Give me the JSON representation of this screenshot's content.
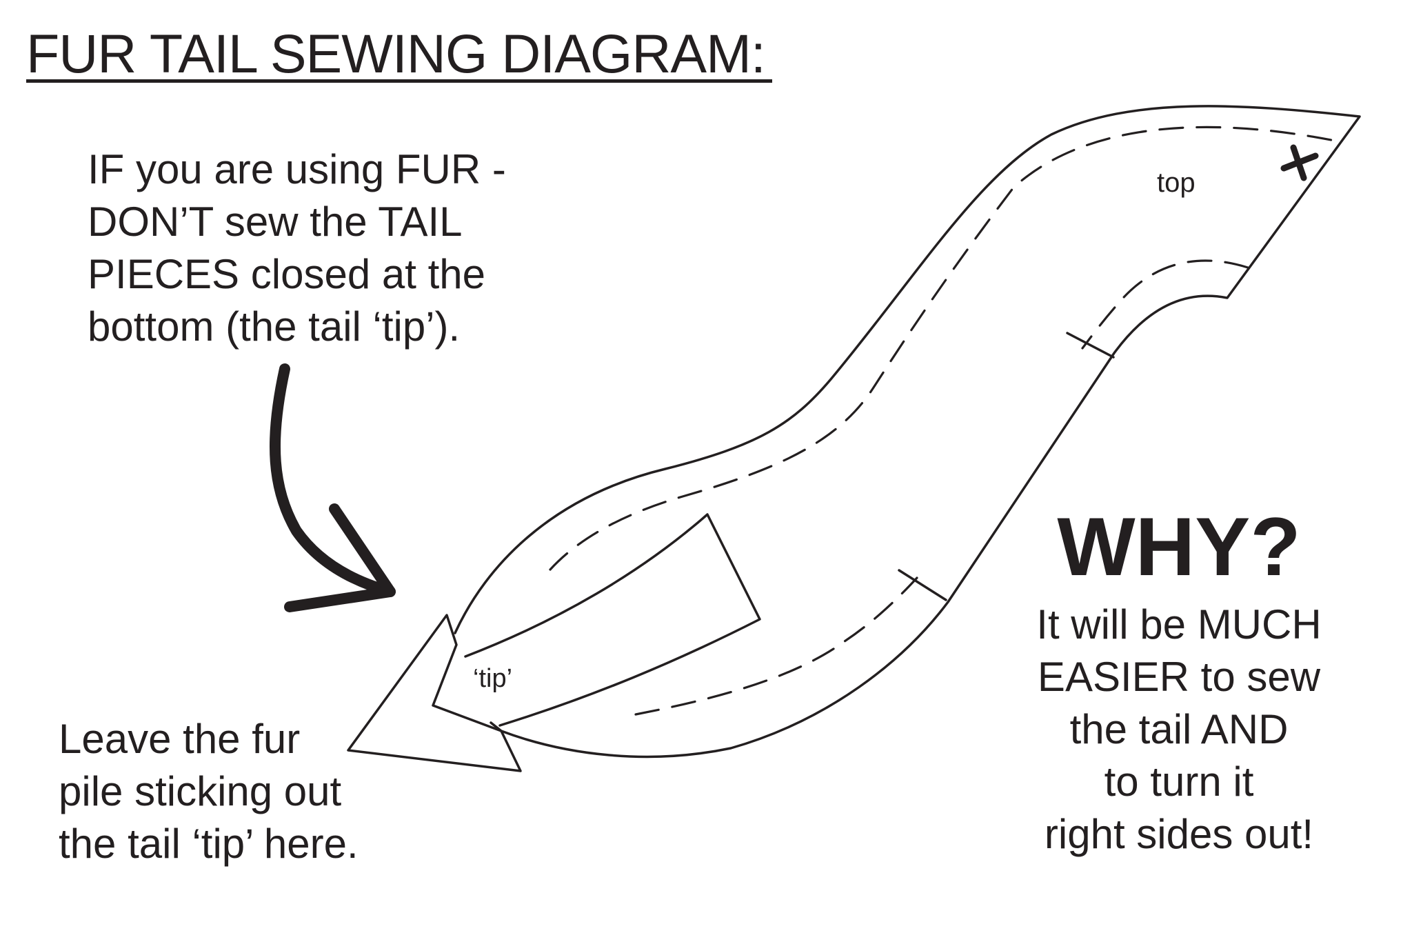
{
  "title": "FUR TAIL SEWING DIAGRAM:",
  "instruction_note": {
    "lines": [
      "IF you are using FUR -",
      "DON’T sew the TAIL",
      "PIECES closed at the",
      "bottom (the tail ‘tip’)."
    ]
  },
  "leave_note": {
    "lines": [
      "Leave the fur",
      "pile sticking out",
      "the tail ‘tip’ here."
    ]
  },
  "why": {
    "heading": "WHY?",
    "lines": [
      "It will be MUCH",
      "EASIER to sew",
      "the tail AND",
      "to turn it",
      "right sides out!"
    ]
  },
  "pattern_labels": {
    "top": "top",
    "tip": "‘tip’"
  },
  "colors": {
    "ink": "#231f20",
    "background": "#ffffff"
  }
}
